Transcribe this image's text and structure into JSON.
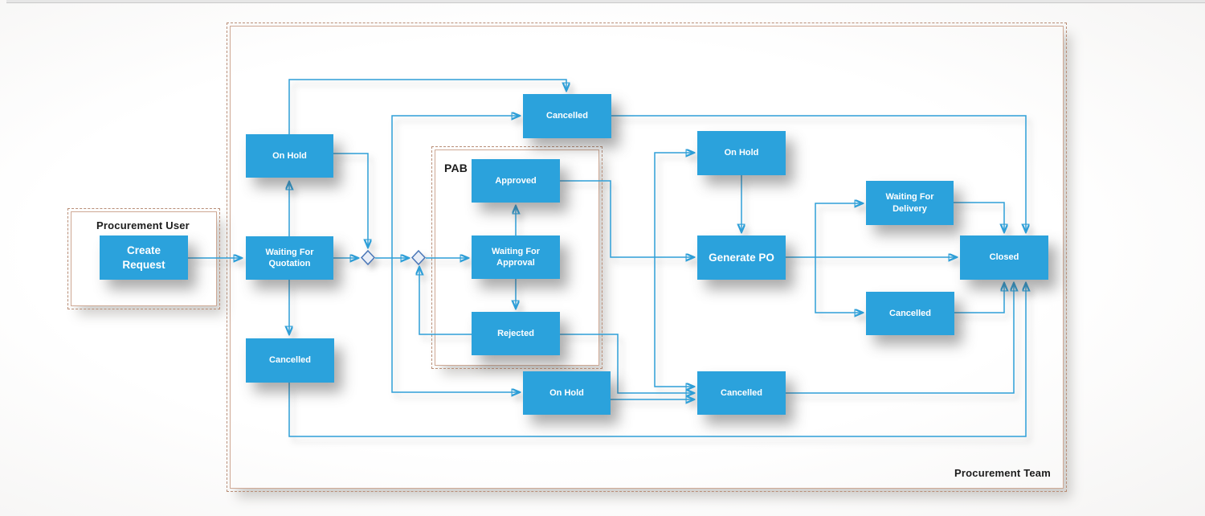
{
  "diagram": {
    "groups": [
      {
        "id": "procurement_user",
        "label": "Procurement User"
      },
      {
        "id": "procurement_team",
        "label": "Procurement Team"
      },
      {
        "id": "pab",
        "label": "PAB"
      }
    ],
    "nodes": [
      {
        "id": "create_request",
        "label": "Create Request"
      },
      {
        "id": "on_hold_quotation",
        "label": "On Hold"
      },
      {
        "id": "waiting_for_quotation",
        "label": "Waiting For Quotation"
      },
      {
        "id": "cancelled_quotation",
        "label": "Cancelled"
      },
      {
        "id": "cancelled_top",
        "label": "Cancelled"
      },
      {
        "id": "approved",
        "label": "Approved"
      },
      {
        "id": "waiting_for_approval",
        "label": "Waiting For Approval"
      },
      {
        "id": "rejected",
        "label": "Rejected"
      },
      {
        "id": "on_hold_pab",
        "label": "On Hold"
      },
      {
        "id": "on_hold_po",
        "label": "On Hold"
      },
      {
        "id": "generate_po",
        "label": "Generate PO"
      },
      {
        "id": "cancelled_po",
        "label": "Cancelled"
      },
      {
        "id": "waiting_for_delivery",
        "label": "Waiting For Delivery"
      },
      {
        "id": "closed",
        "label": "Closed"
      },
      {
        "id": "cancelled_delivery",
        "label": "Cancelled"
      }
    ],
    "gateways": [
      {
        "id": "gateway_1"
      },
      {
        "id": "gateway_2"
      }
    ],
    "edges": [
      {
        "from": "create_request",
        "to": "waiting_for_quotation"
      },
      {
        "from": "waiting_for_quotation",
        "to": "on_hold_quotation"
      },
      {
        "from": "waiting_for_quotation",
        "to": "cancelled_quotation"
      },
      {
        "from": "waiting_for_quotation",
        "to": "gateway_1"
      },
      {
        "from": "on_hold_quotation",
        "to": "gateway_1"
      },
      {
        "from": "on_hold_quotation",
        "to": "cancelled_top"
      },
      {
        "from": "gateway_1",
        "to": "gateway_2"
      },
      {
        "from": "gateway_1",
        "to": "cancelled_top"
      },
      {
        "from": "gateway_1",
        "to": "on_hold_pab"
      },
      {
        "from": "gateway_2",
        "to": "waiting_for_approval"
      },
      {
        "from": "waiting_for_approval",
        "to": "approved"
      },
      {
        "from": "waiting_for_approval",
        "to": "rejected"
      },
      {
        "from": "rejected",
        "to": "gateway_2"
      },
      {
        "from": "approved",
        "to": "generate_po"
      },
      {
        "from": "approved",
        "to": "on_hold_po"
      },
      {
        "from": "approved",
        "to": "cancelled_po"
      },
      {
        "from": "rejected",
        "to": "cancelled_po"
      },
      {
        "from": "on_hold_pab",
        "to": "cancelled_po"
      },
      {
        "from": "on_hold_po",
        "to": "generate_po"
      },
      {
        "from": "generate_po",
        "to": "closed"
      },
      {
        "from": "generate_po",
        "to": "waiting_for_delivery"
      },
      {
        "from": "generate_po",
        "to": "cancelled_delivery"
      },
      {
        "from": "waiting_for_delivery",
        "to": "closed"
      },
      {
        "from": "cancelled_top",
        "to": "closed"
      },
      {
        "from": "cancelled_delivery",
        "to": "closed"
      },
      {
        "from": "cancelled_po",
        "to": "closed"
      },
      {
        "from": "cancelled_quotation",
        "to": "closed"
      }
    ],
    "colors": {
      "node_fill": "#2ba2dc",
      "node_text": "#ffffff",
      "connector": "#2e9fd8",
      "group_border": "#c49e8c",
      "gateway_fill": "#e9eef7",
      "gateway_border": "#4a77b8"
    }
  }
}
